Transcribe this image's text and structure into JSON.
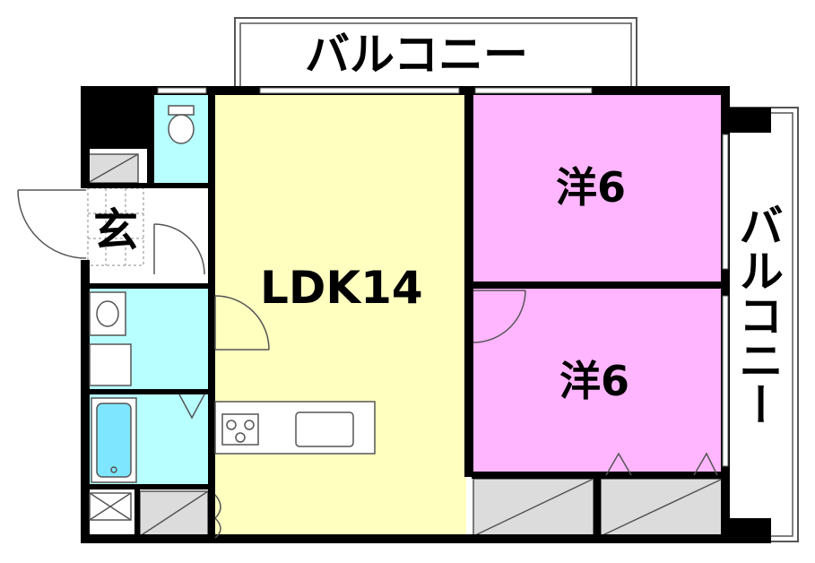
{
  "labels": {
    "balcony_top": "バルコニー",
    "balcony_right": "バルコニー",
    "ldk": "LDK14",
    "bedroom_1": "洋6",
    "bedroom_2": "洋6",
    "entrance": "玄"
  },
  "colors": {
    "ldk": "#ffffc0",
    "bedroom": "#ffb6ff",
    "wet_area": "#b8ffff",
    "storage": "#dcdcdc",
    "bathtub": "#7fe6ff",
    "wall": "#000000",
    "line": "#555555"
  }
}
